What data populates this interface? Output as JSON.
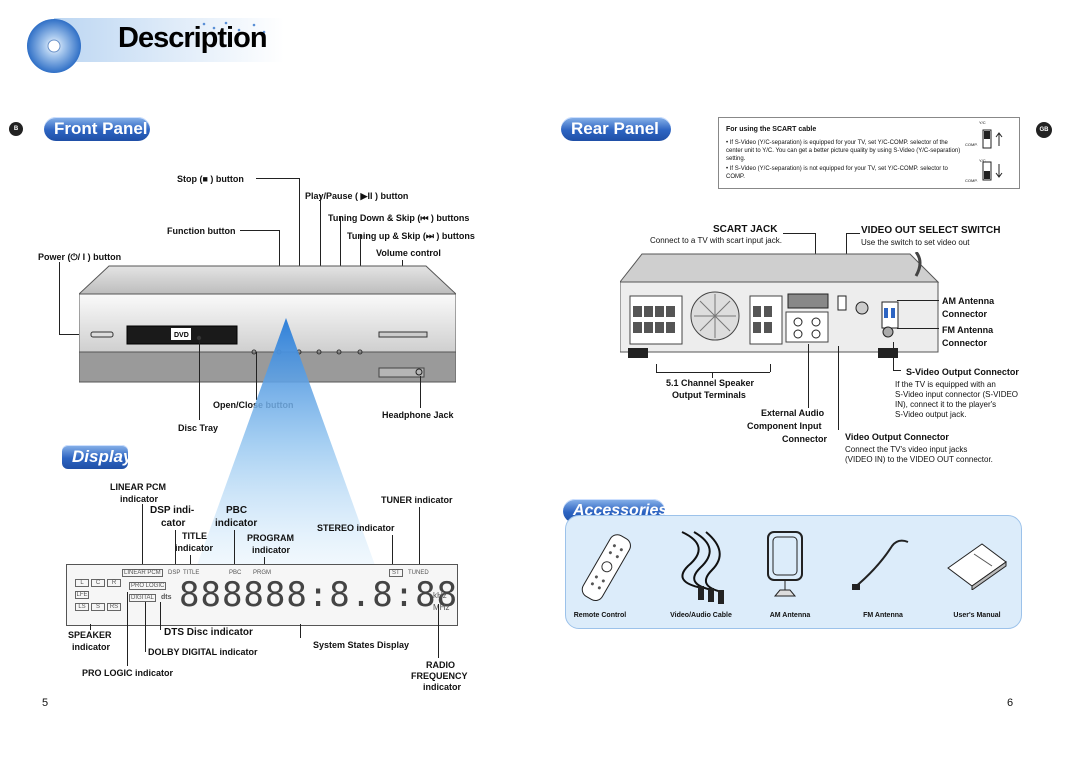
{
  "header": {
    "title": "Description"
  },
  "front_panel": {
    "heading": "Front Panel",
    "side_badge": "B",
    "labels": {
      "stop": "Stop (■ ) button",
      "play_pause": "Play/Pause ( ▶II ) button",
      "tuning_down": "Tuning Down & Skip (⏮ ) buttons",
      "tuning_up": "Tuning up & Skip (⏭ ) buttons",
      "function": "Function button",
      "volume": "Volume control",
      "power": "Power (⏻/ I ) button",
      "open_close": "Open/Close button",
      "headphone": "Headphone Jack",
      "disc_tray": "Disc Tray"
    }
  },
  "display": {
    "heading": "Display",
    "labels": {
      "linear_pcm": "LINEAR PCM",
      "linear_pcm_2": "indicator",
      "dsp": "DSP indi-",
      "dsp_2": "cator",
      "pbc": "PBC",
      "pbc_2": "indicator",
      "title": "TITLE",
      "title_2": "indicator",
      "program": "PROGRAM",
      "program_2": "indicator",
      "tuner": "TUNER indicator",
      "stereo": "STEREO indicator",
      "speaker": "SPEAKER",
      "speaker_2": "indicator",
      "dts": "DTS Disc indicator",
      "dolby": "DOLBY DIGITAL indicator",
      "pro_logic": "PRO LOGIC indicator",
      "system_states": "System States Display",
      "radio_freq": "RADIO",
      "radio_freq_2": "FREQUENCY",
      "radio_freq_3": "indicator"
    },
    "panel": {
      "linear_pcm": "LINEAR PCM",
      "dsp": "DSP",
      "title": "TITLE",
      "pbc": "PBC",
      "prgm": "PRGM",
      "st": "ST",
      "tuned": "TUNED",
      "pro_logic": "PRO LOGIC",
      "digital": "DIGITAL",
      "dts": "dts",
      "digits": "888888:8.8:88",
      "khz": "kHz",
      "mhz": "MHz",
      "spk": [
        "L",
        "C",
        "R",
        "LFE",
        "LS",
        "S",
        "RS"
      ]
    }
  },
  "rear_panel": {
    "heading": "Rear Panel",
    "region_badge": "GB",
    "scart_box": {
      "title": "For using the SCART cable",
      "bullet1": "• If S-Video (Y/C-separation) is equipped for your TV, set Y/C-COMP. selector of the center unit to Y/C. You can get a better picture quality by using S-Video (Y/C-separation) setting.",
      "bullet2": "• If S-Video (Y/C-separation) is not equipped for your TV, set Y/C-COMP. selector to COMP.",
      "switch_top": "Y/C",
      "switch_bottom": "COMP."
    },
    "labels": {
      "scart_jack": "SCART JACK",
      "scart_desc": "Connect to a TV with scart input jack.",
      "video_out_switch": "VIDEO OUT SELECT SWITCH",
      "video_out_desc": "Use the switch to set video out",
      "am_antenna": "AM Antenna",
      "am_antenna_2": "Connector",
      "fm_antenna": "FM Antenna",
      "fm_antenna_2": "Connector",
      "svideo": "S-Video Output Connector",
      "svideo_desc1": "If the TV is equipped with an",
      "svideo_desc2": "S-Video input connector (S-VIDEO",
      "svideo_desc3": "IN), connect it to the player's",
      "svideo_desc4": "S-Video output jack.",
      "channel_speaker": "5.1 Channel Speaker",
      "channel_speaker_2": "Output Terminals",
      "external_audio": "External Audio",
      "external_audio_2": "Component Input",
      "external_audio_3": "Connector",
      "video_output": "Video Output Connector",
      "video_output_desc1": "Connect the TV's video input jacks",
      "video_output_desc2": "(VIDEO IN) to the VIDEO OUT connector."
    }
  },
  "accessories": {
    "heading": "Accessories",
    "items": [
      "Remote Control",
      "Video/Audio Cable",
      "AM Antenna",
      "FM Antenna",
      "User's Manual"
    ]
  },
  "page_numbers": {
    "left": "5",
    "right": "6"
  }
}
